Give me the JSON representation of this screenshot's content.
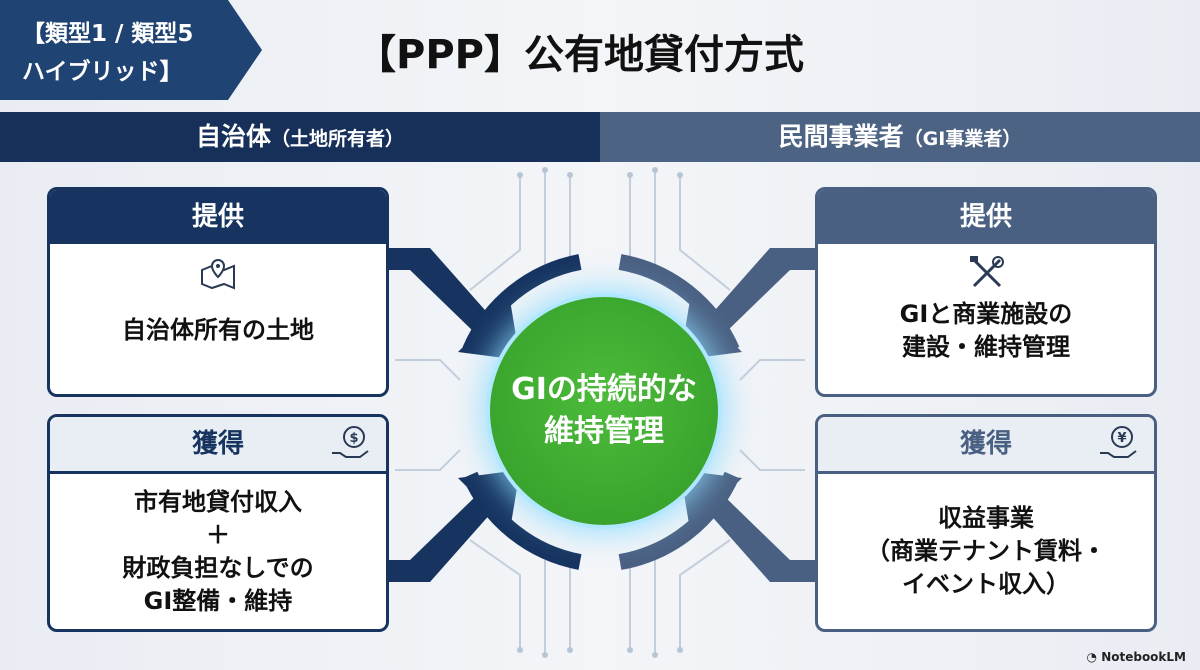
{
  "badge": {
    "line1": "【類型1 / 類型5",
    "line2": "ハイブリッド】"
  },
  "title": "【PPP】公有地貸付方式",
  "left_header": {
    "main": "自治体",
    "sub": "（土地所有者）"
  },
  "right_header": {
    "main": "民間事業者",
    "sub": "（GI事業者）"
  },
  "left_provide": {
    "heading": "提供",
    "icon": "map-pin-icon",
    "text": "自治体所有の土地"
  },
  "left_gain": {
    "heading": "獲得",
    "icon": "hand-dollar-icon",
    "lines": [
      "市有地貸付収入",
      "＋",
      "財政負担なしでの",
      "GI整備・維持"
    ]
  },
  "right_provide": {
    "heading": "提供",
    "icon": "tools-icon",
    "lines": [
      "GIと商業施設の",
      "建設・維持管理"
    ]
  },
  "right_gain": {
    "heading": "獲得",
    "icon": "hand-yen-icon",
    "lines": [
      "収益事業",
      "（商業テナント賃料・",
      "イベント収入）"
    ]
  },
  "center": {
    "line1": "GIの持続的な",
    "line2": "維持管理"
  },
  "footer": "NotebookLM",
  "colors": {
    "navy": "#173460",
    "slate": "#4a6082",
    "green": "#3aa52e"
  }
}
